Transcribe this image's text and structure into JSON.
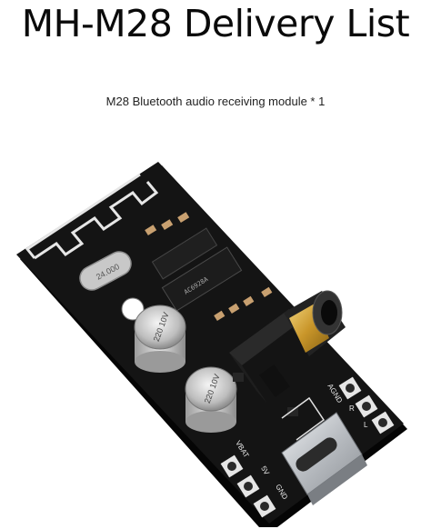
{
  "header": {
    "title": "MH-M28 Delivery List"
  },
  "content": {
    "item_line": "M28 Bluetooth audio receiving module * 1"
  },
  "board": {
    "crystal_label": "24.000",
    "capacitor_1_label": "220 10V",
    "capacitor_2_label": "220 10V",
    "chip_label": "AC6928A",
    "pin_labels_right": [
      "AGND",
      "R",
      "L"
    ],
    "pin_labels_bottom": [
      "VBAT",
      "5V",
      "GND"
    ],
    "colors": {
      "pcb": "#121212",
      "silkscreen": "#e8e8e8",
      "jack": "#d6b042",
      "usb": "#c9ccd0"
    }
  }
}
